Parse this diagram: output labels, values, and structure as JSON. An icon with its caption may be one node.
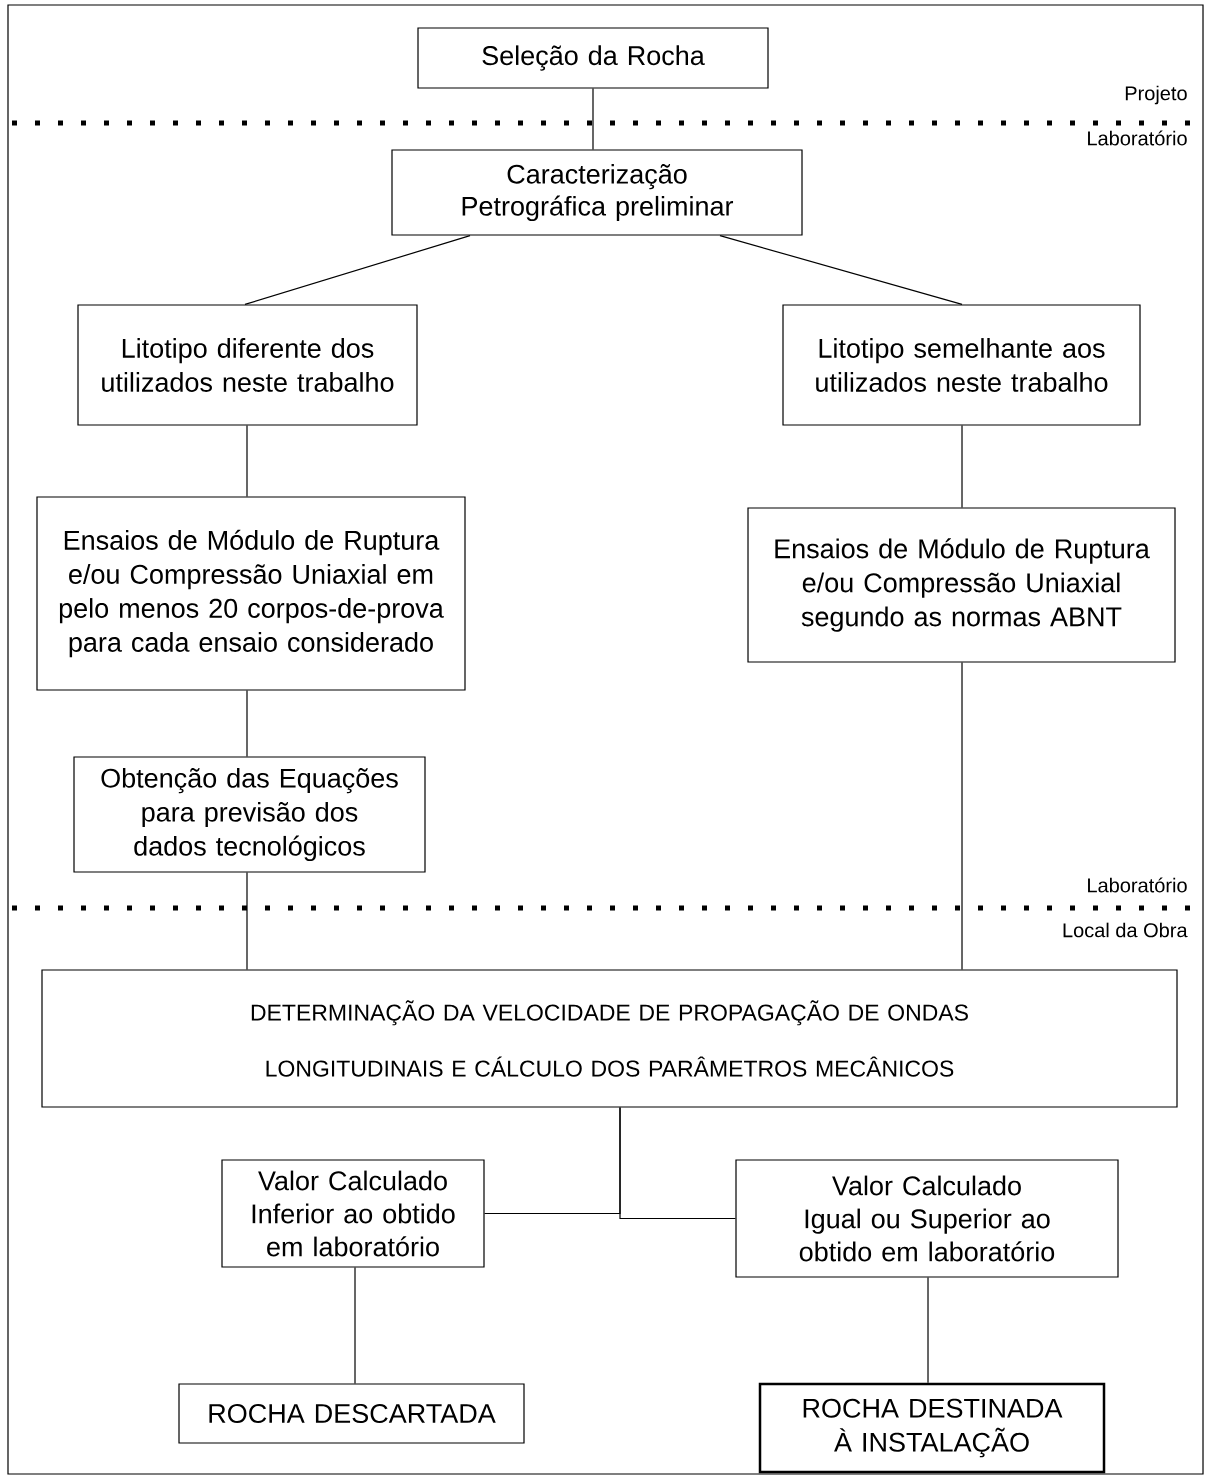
{
  "diagram": {
    "nodes": [
      {
        "text": [
          "Seleção da Rocha"
        ]
      },
      {
        "text": [
          "Caracterização Petrográfica preliminar"
        ]
      },
      {
        "text": [
          "Litotipo diferente dos utilizados neste trabalho"
        ]
      },
      {
        "text": [
          "Litotipo semelhante aos utilizados neste trabalho"
        ]
      },
      {
        "text": [
          "Ensaios de Módulo de Ruptura e/ou Compressão Uniaxial em pelo menos 20 corpos-de-prova para cada ensaio considerado"
        ]
      },
      {
        "text": [
          "Ensaios de Módulo de Ruptura e/ou Compressão Uniaxial segundo as normas ABNT"
        ]
      },
      {
        "text": [
          "Obtenção das Equações para previsão dos dados tecnológicos"
        ]
      },
      {
        "text": [
          "DETERMINAÇÃO DA VELOCIDADE DE PROPAGAÇÃO DE ONDAS LONGITUDINAIS E CÁLCULO DOS PARÂMETROS MECÂNICOS"
        ]
      },
      {
        "text": [
          "Valor Calculado Inferior ao obtido em laboratório"
        ]
      },
      {
        "text": [
          "Valor Calculado Igual ou Superior ao obtido em laboratório"
        ]
      },
      {
        "text": [
          "ROCHA DESCARTADA"
        ]
      },
      {
        "text": [
          "ROCHA DESTINADA À INSTALAÇÃO"
        ]
      }
    ],
    "edges": [
      {
        "from": 0,
        "to": 1,
        "arrow": "none"
      },
      {
        "from": 1,
        "to": 2,
        "arrow": "none"
      },
      {
        "from": 1,
        "to": 3,
        "arrow": "none"
      },
      {
        "from": 2,
        "to": 4,
        "arrow": "none"
      },
      {
        "from": 3,
        "to": 5,
        "arrow": "none"
      },
      {
        "from": 4,
        "to": 6,
        "arrow": "none"
      },
      {
        "from": 6,
        "to": 7,
        "arrow": "none"
      },
      {
        "from": 5,
        "to": 7,
        "arrow": "none"
      },
      {
        "from": 7,
        "to": 8,
        "arrow": "none"
      },
      {
        "from": 7,
        "to": 9,
        "arrow": "none"
      },
      {
        "from": 8,
        "to": 10,
        "arrow": "none"
      },
      {
        "from": 9,
        "to": 11,
        "arrow": "none"
      }
    ],
    "labels": [
      "Projeto",
      "Laboratório",
      "Laboratório",
      "Local da Obra"
    ]
  }
}
